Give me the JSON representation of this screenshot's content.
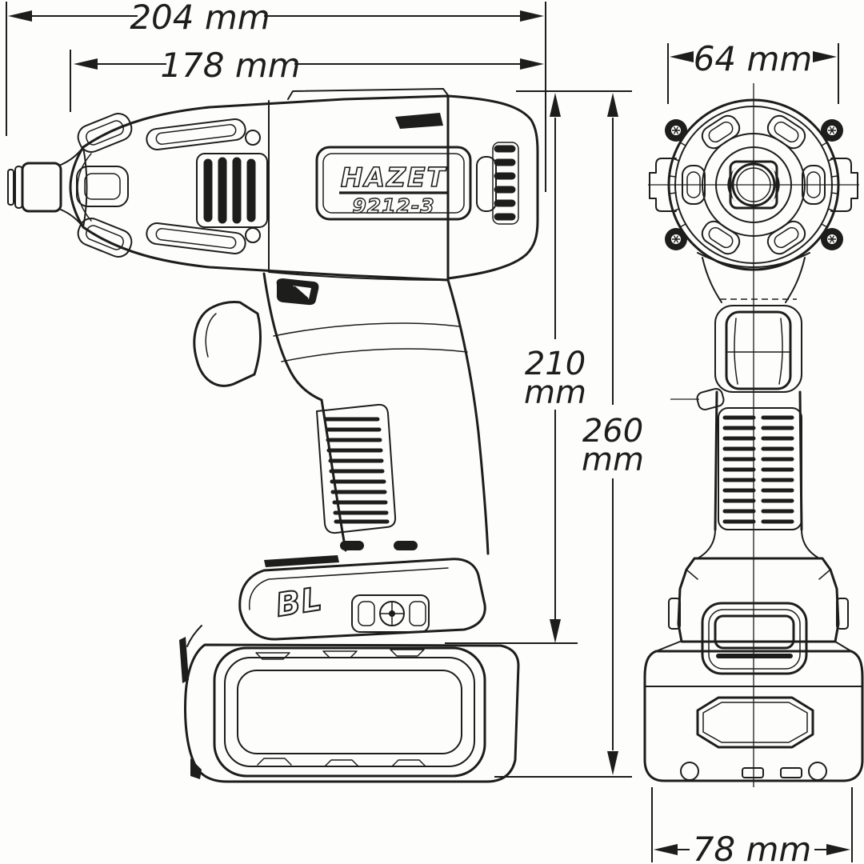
{
  "colors": {
    "line": "#1d1d1b",
    "background": "#fdfdfb"
  },
  "product": {
    "brand": "HAZET",
    "model": "9212-3",
    "motor_badge": "BL"
  },
  "dimensions": {
    "overall_length": "204 mm",
    "housing_length": "178 mm",
    "head_width": "64 mm",
    "height_to_handle_top": {
      "value": "210",
      "unit": "mm"
    },
    "overall_height": {
      "value": "260",
      "unit": "mm"
    },
    "battery_width": "78 mm"
  }
}
